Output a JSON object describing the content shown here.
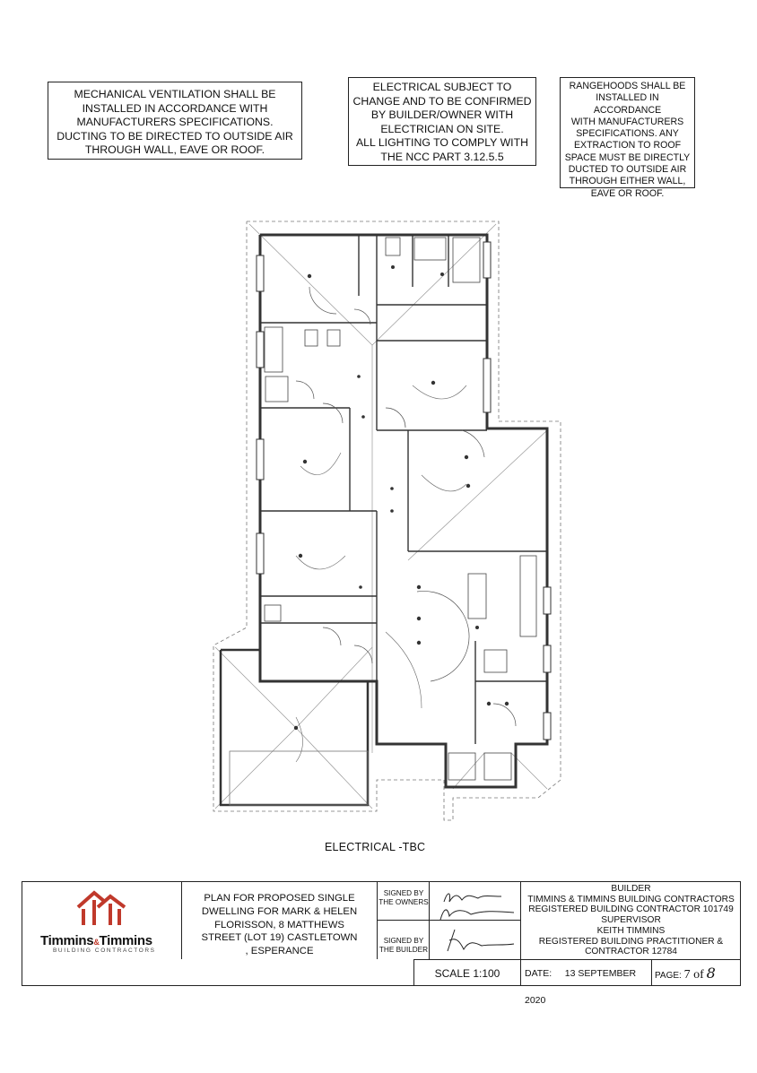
{
  "notes": {
    "mechanical": [
      "MECHANICAL VENTILATION SHALL BE",
      "INSTALLED IN ACCORDANCE WITH",
      "MANUFACTURERS SPECIFICATIONS.",
      "DUCTING TO BE DIRECTED TO OUTSIDE AIR",
      "THROUGH WALL, EAVE OR ROOF."
    ],
    "electrical": [
      "ELECTRICAL SUBJECT TO",
      "CHANGE AND TO BE CONFIRMED",
      "BY BUILDER/OWNER WITH",
      "ELECTRICIAN ON SITE.",
      "ALL LIGHTING TO COMPLY WITH",
      "THE NCC PART 3.12.5.5"
    ],
    "rangehoods": [
      "RANGEHOODS SHALL BE",
      "INSTALLED IN ACCORDANCE",
      "WITH MANUFACTURERS",
      "SPECIFICATIONS. ANY",
      "EXTRACTION TO ROOF",
      "SPACE MUST BE DIRECTLY",
      "DUCTED TO OUTSIDE AIR",
      "THROUGH EITHER WALL,",
      "EAVE OR ROOF."
    ]
  },
  "plan": {
    "caption": "ELECTRICAL -TBC"
  },
  "title_block": {
    "logo": {
      "name_a": "Timmins",
      "amp": "&",
      "name_b": "Timmins",
      "tagline": "BUILDING CONTRACTORS",
      "brand_color": "#c0392b"
    },
    "project": [
      "PLAN FOR PROPOSED SINGLE",
      "DWELLING FOR MARK & HELEN",
      "FLORISSON, 8 MATTHEWS",
      "STREET (LOT 19) CASTLETOWN",
      ", ESPERANCE"
    ],
    "signed_owners": [
      "SIGNED BY",
      "THE OWNERS"
    ],
    "signed_builder": [
      "SIGNED BY",
      "THE BUILDER"
    ],
    "builder": [
      "BUILDER",
      "TIMMINS & TIMMINS BUILDING CONTRACTORS",
      "REGISTERED BUILDING CONTRACTOR 101749",
      "SUPERVISOR",
      "KEITH TIMMINS",
      "REGISTERED BUILDING PRACTITIONER &",
      "CONTRACTOR 12784"
    ],
    "scale": "SCALE 1:100",
    "date_label": "DATE:",
    "date_value": "13 SEPTEMBER 2020",
    "page_label": "PAGE:",
    "page_number": "7 of",
    "page_total": "8"
  }
}
